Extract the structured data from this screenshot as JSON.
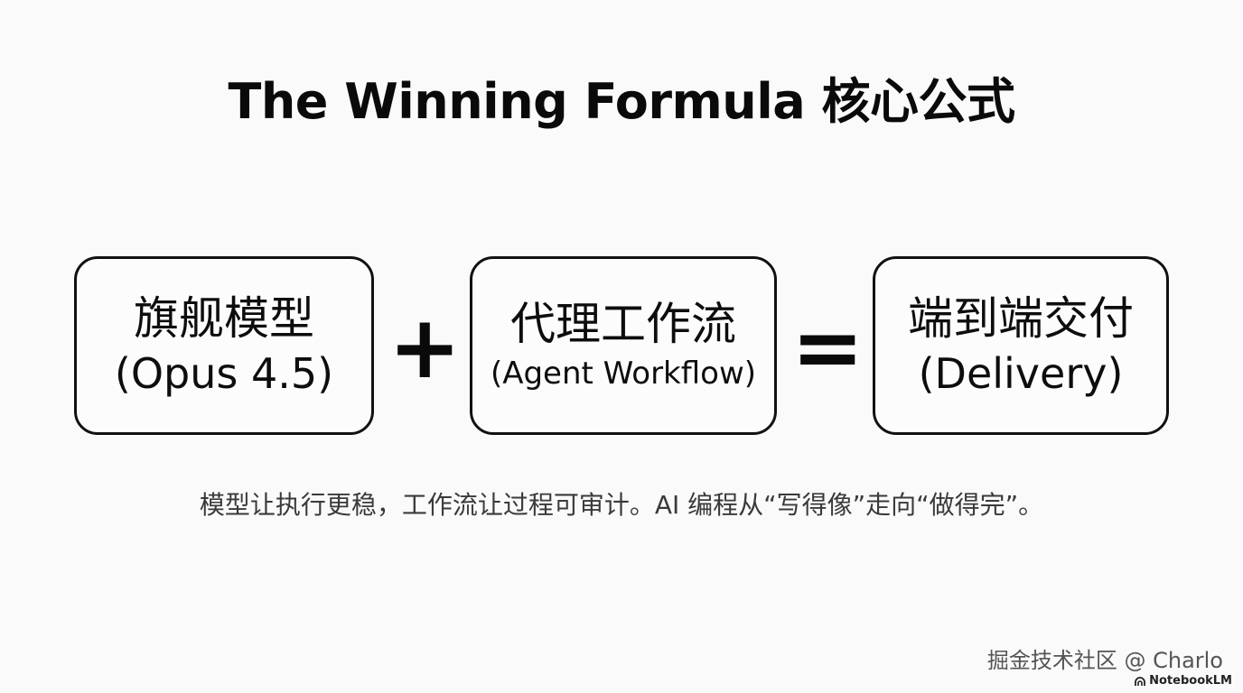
{
  "slide": {
    "title": "The Winning Formula 核心公式",
    "formula": {
      "model": {
        "main": "旗舰模型",
        "sub": "(Opus 4.5)"
      },
      "plus": "+",
      "agent": {
        "main": "代理工作流",
        "sub": "(Agent Workflow)"
      },
      "equals": "=",
      "delivery": {
        "main": "端到端交付",
        "sub": "(Delivery)"
      }
    },
    "caption": "模型让执行更稳，工作流让过程可审计。AI 编程从“写得像”走向“做得完”。"
  },
  "watermark": "掘金技术社区 @ Charlo",
  "brand": {
    "name": "NotebookLM",
    "icon": "notebooklm-logo-icon"
  },
  "colors": {
    "background": "#fafafa",
    "text": "#111111",
    "caption": "#3a3a3a"
  }
}
